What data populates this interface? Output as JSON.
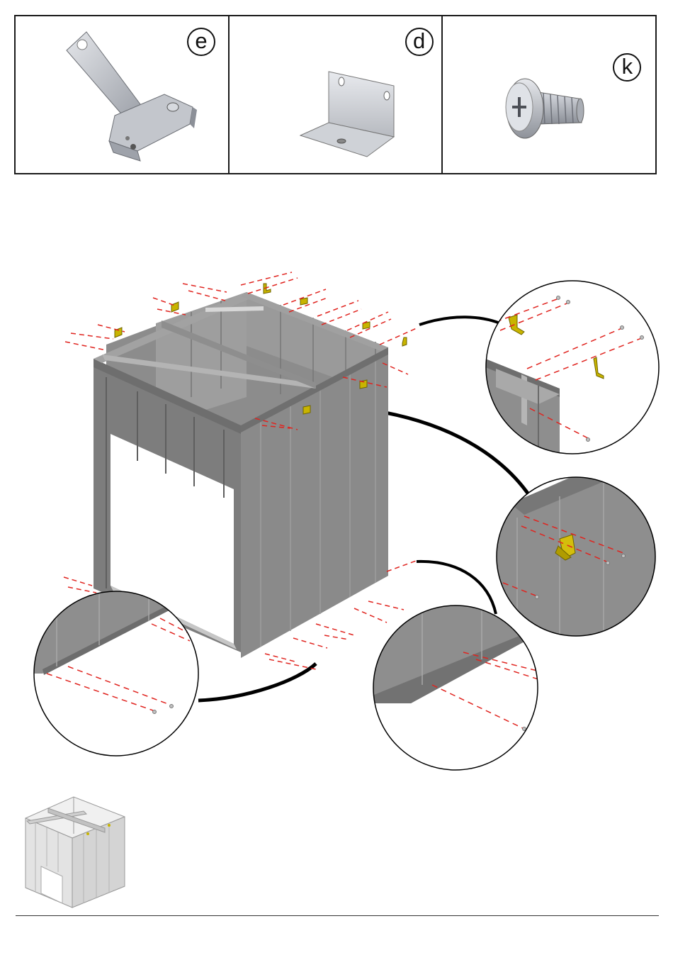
{
  "parts": [
    {
      "letter": "e",
      "name": "hinge-bracket"
    },
    {
      "letter": "d",
      "name": "angle-bracket"
    },
    {
      "letter": "k",
      "name": "screw"
    }
  ],
  "colors": {
    "panel_dark": "#7b7b7b",
    "panel_mid": "#909090",
    "panel_light": "#a6a6a6",
    "bracket_yellow": "#c8b400",
    "dash_red": "#e0241f",
    "border": "#1a1a1a"
  },
  "icons": [
    "hinge-bracket-icon",
    "angle-bracket-icon",
    "screw-icon",
    "shed-frame-icon",
    "progress-thumbnail-icon"
  ]
}
